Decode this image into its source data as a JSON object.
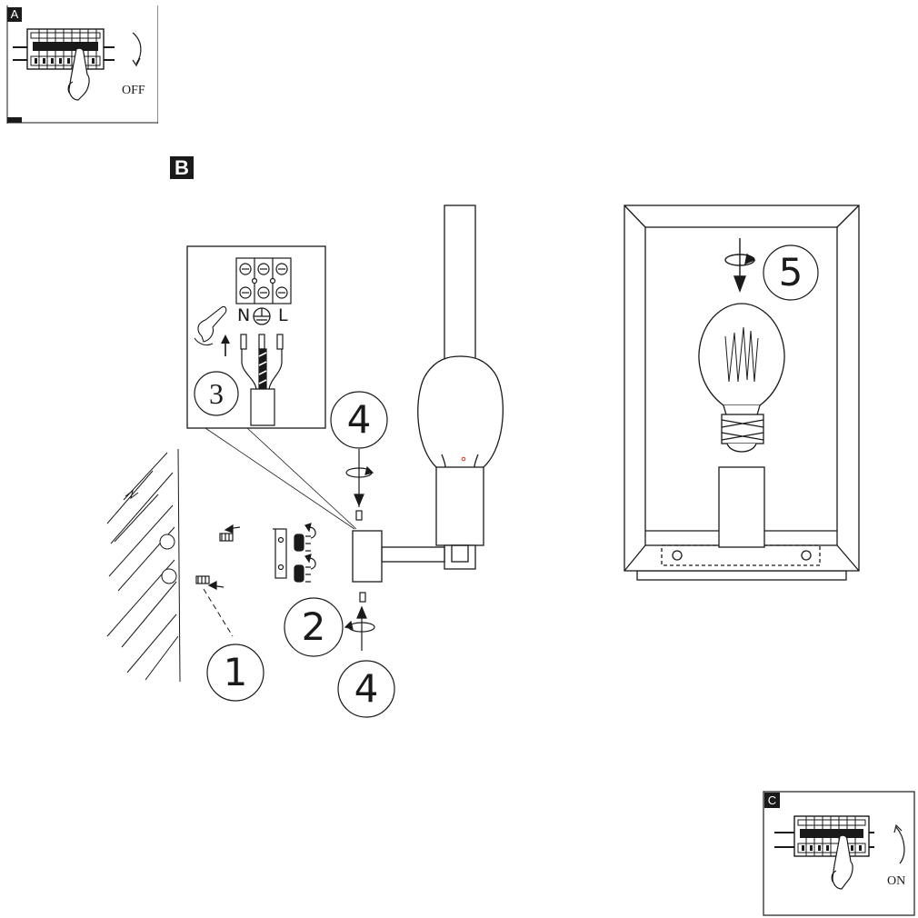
{
  "panel_a": {
    "badge": "A",
    "label": "OFF"
  },
  "panel_b": {
    "badge": "B",
    "terminal_labels": {
      "neutral": "N",
      "live": "L"
    },
    "steps": [
      "1",
      "2",
      "3",
      "4",
      "4",
      "5"
    ]
  },
  "panel_c": {
    "badge": "C",
    "label": "ON"
  },
  "colors": {
    "line": "#1a1a1a",
    "badge_bg": "#1a1a1a",
    "badge_fg": "#ffffff",
    "accent_dot": "#e03a1a"
  },
  "icons": [
    "breaker-panel-icon",
    "hand-icon",
    "rotate-arrow-icon",
    "earth-symbol-icon",
    "screw-icon",
    "bulb-icon",
    "wall-icon"
  ]
}
